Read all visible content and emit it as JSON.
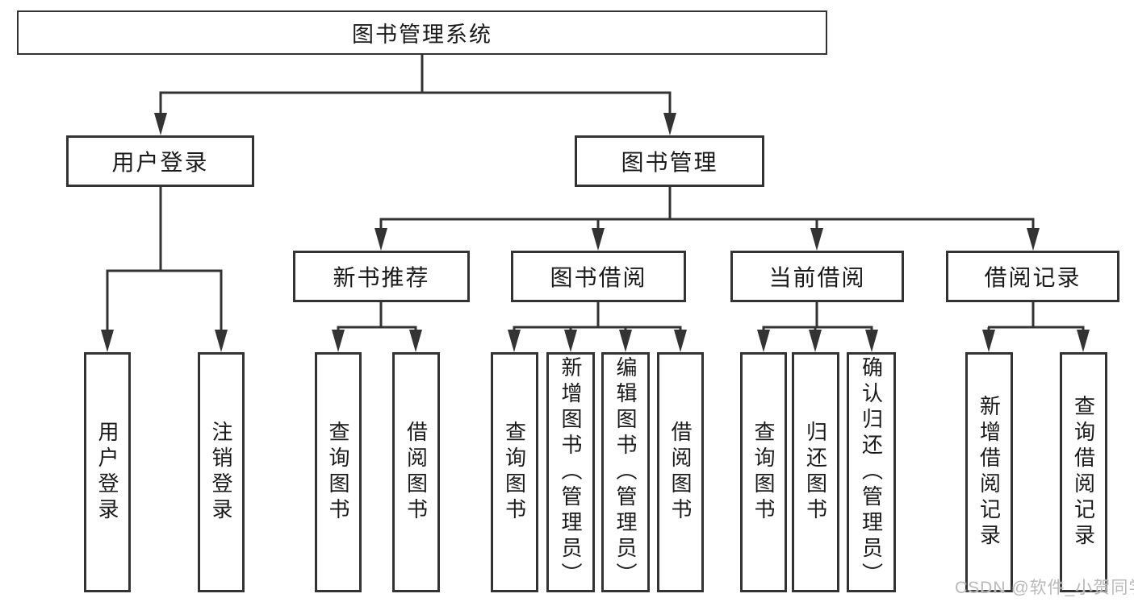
{
  "diagram_title": "图书管理系统",
  "tree": {
    "label": "图书管理系统",
    "children": [
      {
        "label": "用户登录",
        "children": [
          {
            "label": "用户登录"
          },
          {
            "label": "注销登录"
          }
        ]
      },
      {
        "label": "图书管理",
        "children": [
          {
            "label": "新书推荐",
            "children": [
              {
                "label": "查询图书"
              },
              {
                "label": "借阅图书"
              }
            ]
          },
          {
            "label": "图书借阅",
            "children": [
              {
                "label": "查询图书"
              },
              {
                "label": "新增图书（管理员）"
              },
              {
                "label": "编辑图书（管理员）"
              },
              {
                "label": "借阅图书"
              }
            ]
          },
          {
            "label": "当前借阅",
            "children": [
              {
                "label": "查询图书"
              },
              {
                "label": "归还图书"
              },
              {
                "label": "确认归还（管理员）"
              }
            ]
          },
          {
            "label": "借阅记录",
            "children": [
              {
                "label": "新增借阅记录"
              },
              {
                "label": "查询借阅记录"
              }
            ]
          }
        ]
      }
    ]
  },
  "watermark": {
    "text": "CSDN @软件_小贺同学"
  },
  "colors": {
    "line": "#333333",
    "box_border": "#333333",
    "text": "#1a1a1a",
    "background": "#ffffff",
    "watermark": "#b9b9b9"
  }
}
